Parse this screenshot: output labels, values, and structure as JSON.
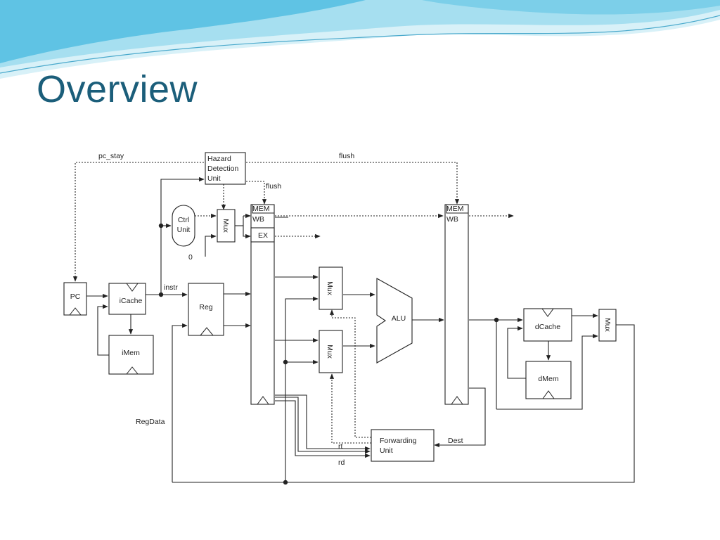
{
  "slide": {
    "title": "Overview",
    "accent_color": "#1b5e7a",
    "wave_colors": [
      "#5fc3e4",
      "#a6dff0",
      "#d8f1f8"
    ]
  },
  "diagram": {
    "blocks": {
      "hazard": [
        "Hazard",
        "Detection",
        "Unit"
      ],
      "ctrl": [
        "Ctrl",
        "Unit"
      ],
      "mux_ctrl": "Mux",
      "pipe1_top": [
        "MEM",
        "WB"
      ],
      "pipe1_ex": "EX",
      "pipe2_top": [
        "MEM",
        "WB"
      ],
      "pc": "PC",
      "icache": "iCache",
      "imem": "iMem",
      "reg": "Reg",
      "mux_a": "Mux",
      "mux_b": "Mux",
      "alu": "ALU",
      "dcache": "dCache",
      "dmem": "dMem",
      "mux_out": "Mux",
      "forwarding": [
        "Forwarding",
        "Unit"
      ]
    },
    "signals": {
      "pc_stay": "pc_stay",
      "flush_top": "flush",
      "flush_hazard": "flush",
      "zero": "0",
      "instr": "instr",
      "regdata": "RegData",
      "rt": "rt",
      "rd": "rd",
      "dest": "Dest"
    }
  }
}
